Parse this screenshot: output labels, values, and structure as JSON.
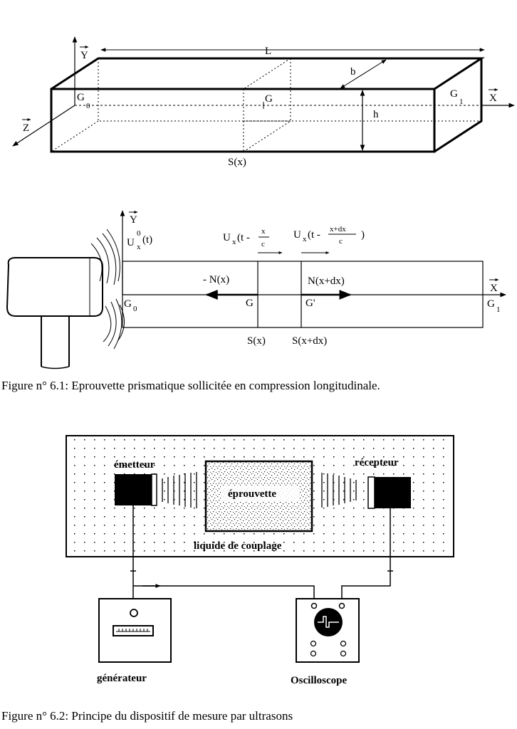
{
  "fig1": {
    "axis_y": "Y",
    "axis_z": "Z",
    "axis_x": "X",
    "length": "L",
    "width": "b",
    "height": "h",
    "center": "G",
    "left_center": "G",
    "left_center_sub": "0",
    "right_center": "G",
    "right_center_sub": "1",
    "section": "S(x)"
  },
  "fig2": {
    "axis_y": "Y",
    "axis_x": "X",
    "input_u": "U",
    "input_sup": "0",
    "input_sub": "x",
    "input_arg": "(t)",
    "wave1_u": "U",
    "wave1_sub": "x",
    "wave1_pre": "(t -",
    "wave1_num": "x",
    "wave1_den": "c",
    "wave1_post": "",
    "wave2_u": "U",
    "wave2_sub": "x",
    "wave2_pre": "(t -",
    "wave2_num": "x+dx",
    "wave2_den": "c",
    "wave2_post": ")",
    "force_left": "- N(x)",
    "force_right": "N(x+dx)",
    "g_left": "G",
    "g_right": "G'",
    "g0": "G",
    "g0_sub": "0",
    "g1": "G",
    "g1_sub": "1",
    "section_left": "S(x)",
    "section_right": "S(x+dx)"
  },
  "caption1": "Figure n° 6.1: Eprouvette prismatique sollicitée en compression longitudinale.",
  "fig3": {
    "emitter": "émetteur",
    "receiver": "récepteur",
    "specimen": "éprouvette",
    "coupling": "liquide de couplage",
    "generator": "générateur",
    "oscilloscope": "Oscilloscope"
  },
  "caption2": "Figure n° 6.2: Principe du dispositif de mesure par ultrasons"
}
